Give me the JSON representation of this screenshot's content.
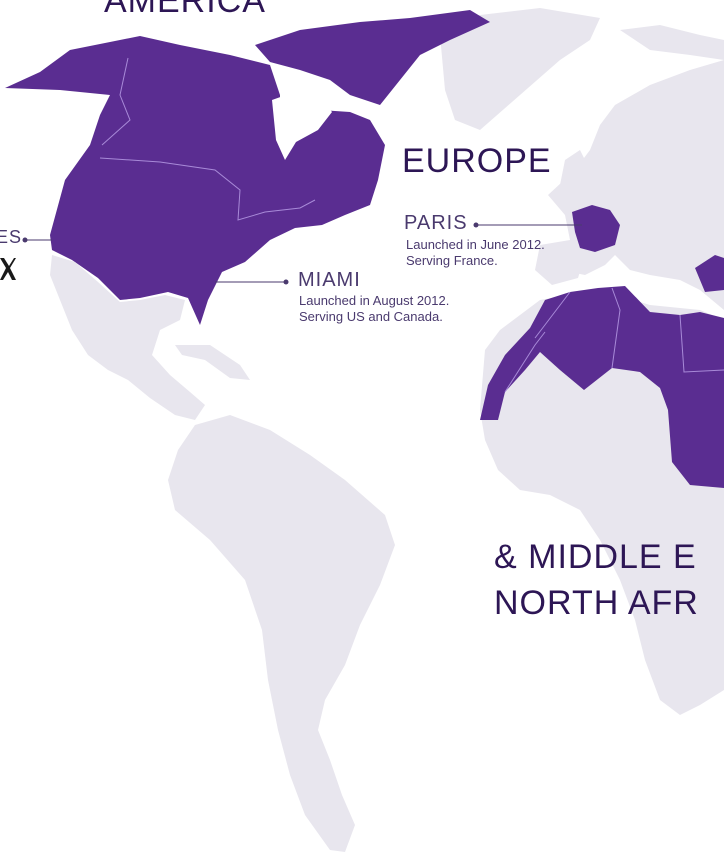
{
  "colors": {
    "highlight": "#5a2d91",
    "land": "#e8e6ee",
    "heading": "#2d1655",
    "text": "#4a3a6e"
  },
  "regions": {
    "north_america": "AMERICA",
    "europe": "EUROPE",
    "mena_line1": "& MIDDLE E",
    "mena_line2": "NORTH AFR"
  },
  "locations": {
    "partial_left": {
      "name": "ES"
    },
    "paris": {
      "name": "PARIS",
      "launch": "Launched in June 2012.",
      "serving": "Serving France."
    },
    "miami": {
      "name": "MIAMI",
      "launch": "Launched in August 2012.",
      "serving": "Serving US and Canada."
    }
  },
  "icons": {
    "partial_logo": "x-logo-icon"
  }
}
